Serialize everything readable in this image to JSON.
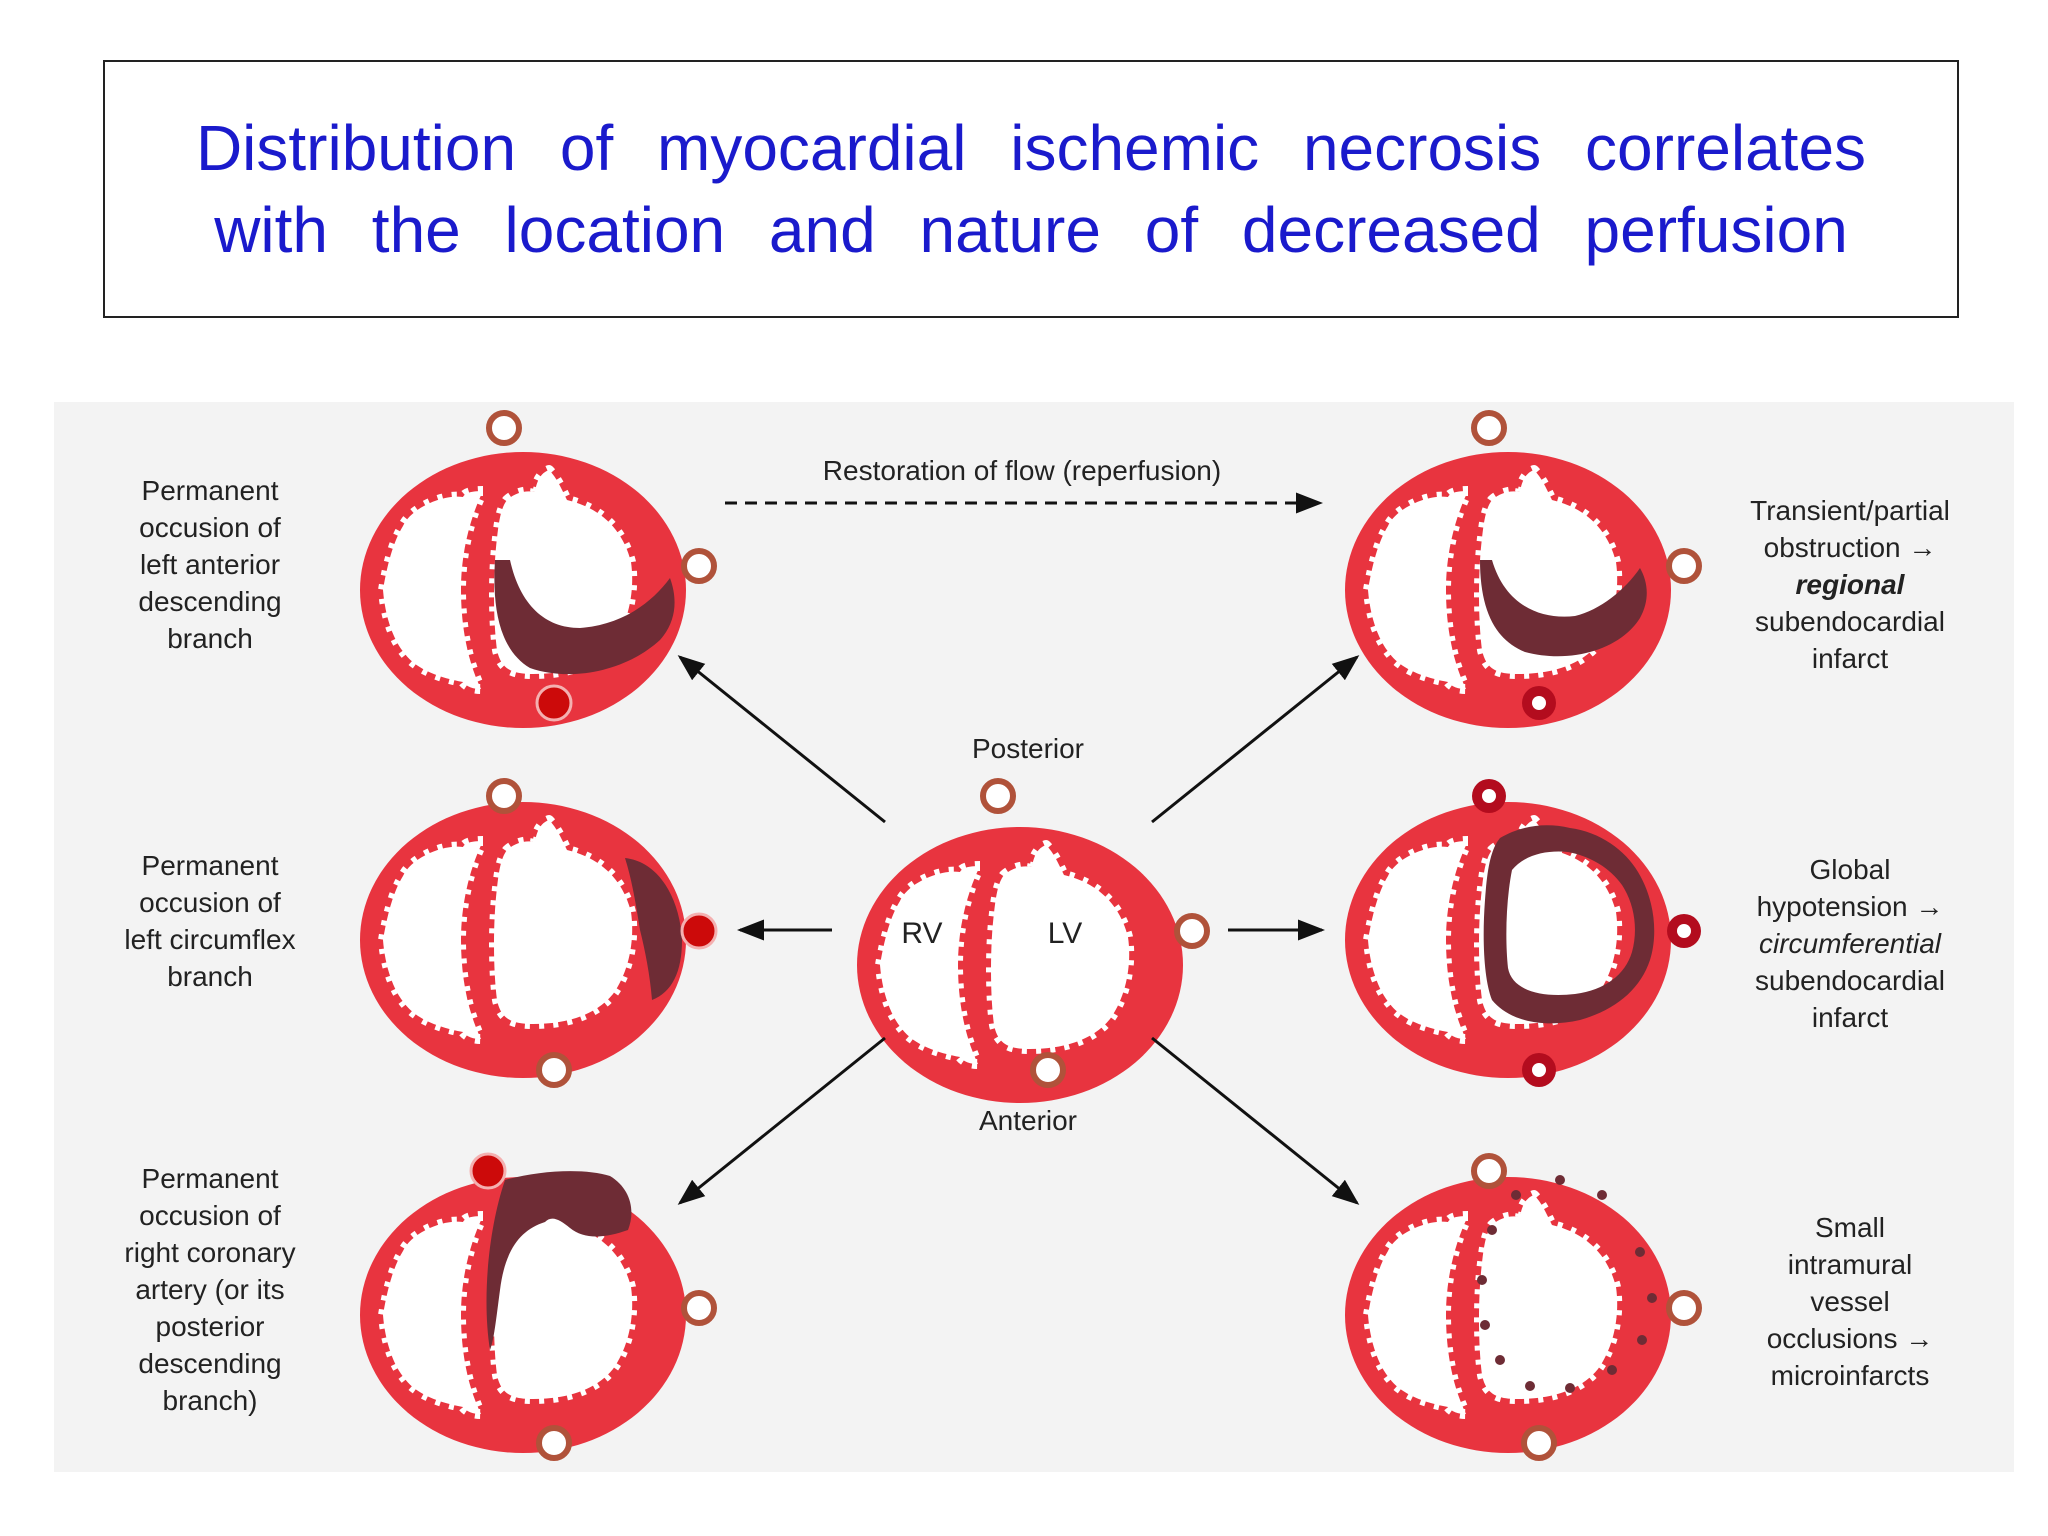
{
  "title": {
    "line1": "Distribution of myocardial ischemic necrosis correlates",
    "line2": "with the location and nature of decreased perfusion"
  },
  "labels": {
    "reperfusion": "Restoration of flow (reperfusion)",
    "posterior": "Posterior",
    "anterior": "Anterior",
    "rv": "RV",
    "lv": "LV",
    "left": [
      "Permanent\noccusion of\nleft anterior\ndescending\nbranch",
      "Permanent\noccusion of\nleft circumflex\nbranch",
      "Permanent\noccusion of\nright coronary\nartery (or its\nposterior\ndescending\nbranch)"
    ],
    "right": [
      {
        "before": "Transient/partial\nobstruction →\n",
        "em": "regional",
        "after": "\nsubendocardial\ninfarct"
      },
      {
        "before": "Global\nhypotension →\n",
        "em": "circumferential",
        "after": "\nsubendocardial\ninfarct"
      },
      {
        "before": "Small\nintramural\nvessel\nocclusions →\nmicroinfarcts",
        "em": "",
        "after": ""
      }
    ]
  },
  "colors": {
    "title_text": "#1a1acc",
    "myocardium": "#e8343f",
    "cavity": "#ffffff",
    "infarct": "#6e2c35",
    "vessel_ring": "#b0523a",
    "occluded_vessel": "#cc0a0a"
  }
}
